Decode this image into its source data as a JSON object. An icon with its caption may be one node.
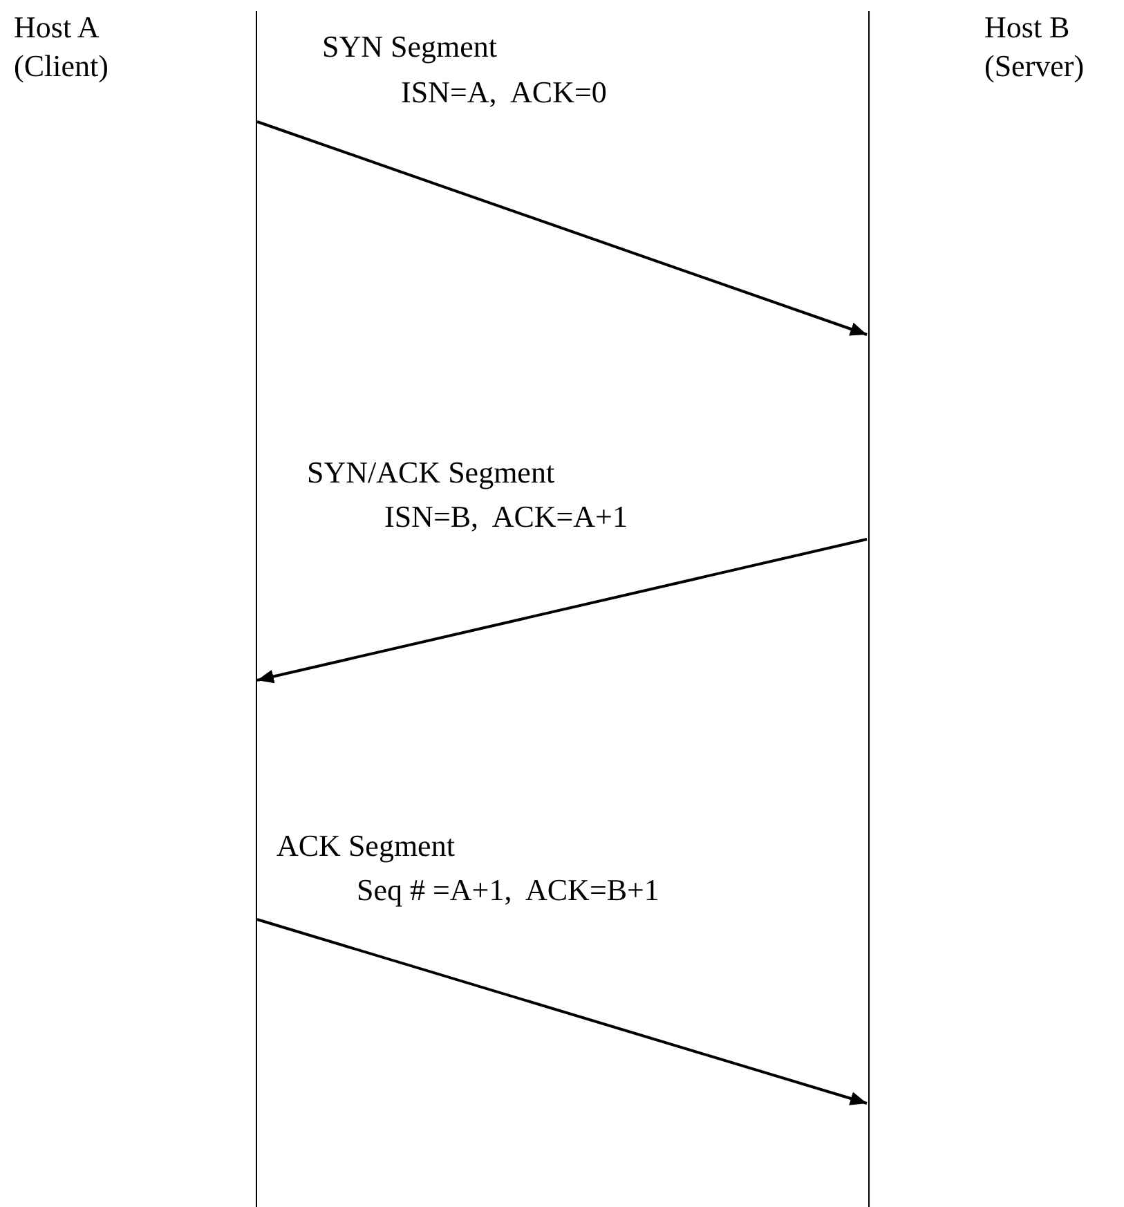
{
  "diagram": {
    "nodes": [
      {
        "text": [],
        "shape": "line"
      },
      {
        "text": [],
        "shape": "line"
      }
    ],
    "edges": [
      {
        "from": 0,
        "to": 1,
        "arrow": "to",
        "label": "SYN Segment"
      },
      {
        "from": 1,
        "to": 0,
        "arrow": "to",
        "label": "SYN/ACK Segment"
      },
      {
        "from": 0,
        "to": 1,
        "arrow": "to",
        "label": "ACK Segment"
      }
    ],
    "labels": [
      "Host A (Client)",
      "Host B (Server)",
      "ISN=A,  ACK=0",
      "ISN=B,  ACK=A+1",
      "Seq # =A+1,  ACK=B+1"
    ]
  }
}
